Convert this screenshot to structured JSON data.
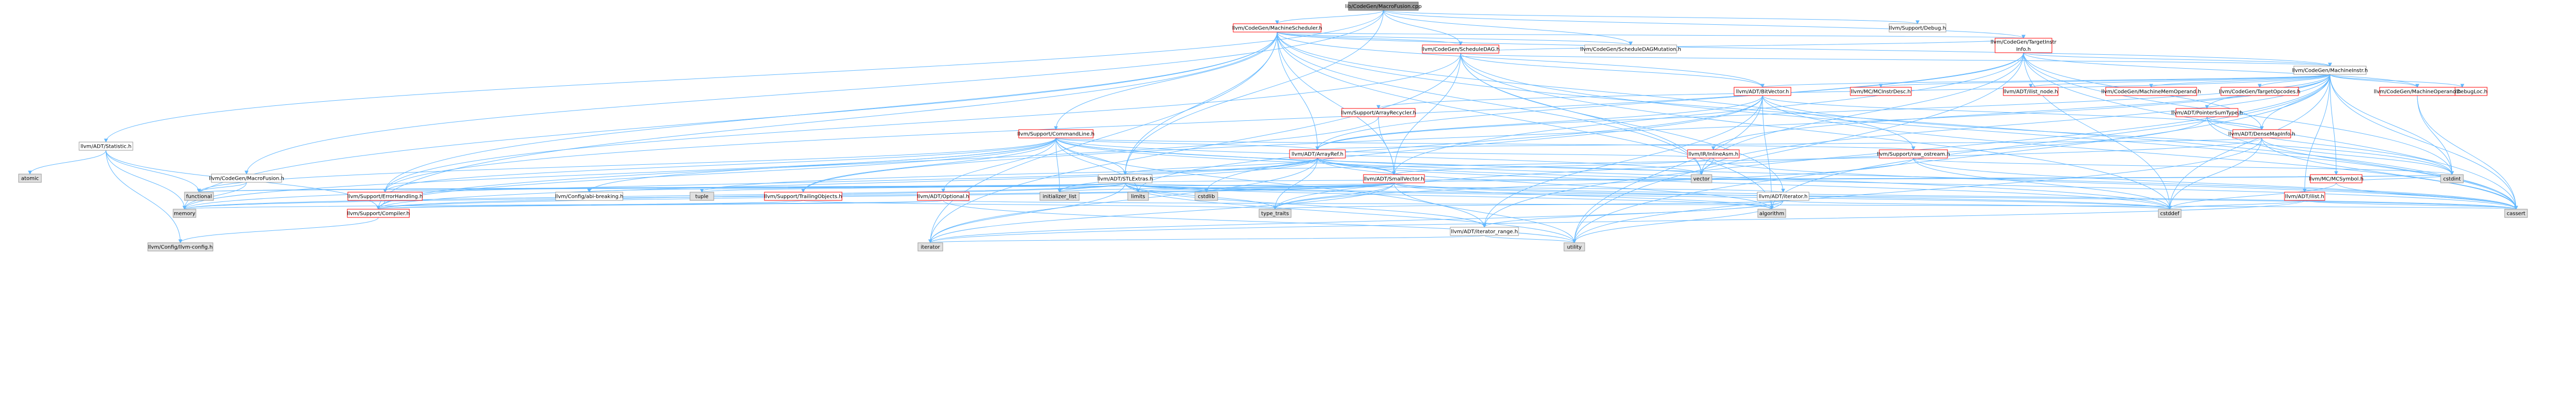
{
  "graph": {
    "title": "",
    "colors": {
      "root_fill": "#999999",
      "red_border": "#ff0000",
      "grey_border": "#999999",
      "grey_fill": "#e0e0e0",
      "node_fill": "#ffffff",
      "edge": "#63b8ff",
      "text": "#000000"
    },
    "nodes": [
      {
        "id": "root",
        "label": "lib/CodeGen/MacroFusion.cpp",
        "style": "root"
      },
      {
        "id": "machsched",
        "label": "llvm/CodeGen/MachineScheduler.h",
        "style": "red"
      },
      {
        "id": "debug",
        "label": "llvm/Support/Debug.h",
        "style": "plain"
      },
      {
        "id": "statistic",
        "label": "llvm/ADT/Statistic.h",
        "style": "plain"
      },
      {
        "id": "cgmacrofusion",
        "label": "llvm/CodeGen/MacroFusion.h",
        "style": "plain"
      },
      {
        "id": "schedmut",
        "label": "llvm/CodeGen/ScheduleDAGMutation.h",
        "style": "plain"
      },
      {
        "id": "scheddag",
        "label": "llvm/CodeGen/ScheduleDAG.h",
        "style": "red"
      },
      {
        "id": "tii",
        "label": "llvm/CodeGen/TargetInstr\nInfo.h",
        "style": "red"
      },
      {
        "id": "machinstr",
        "label": "llvm/CodeGen/MachineInstr.h",
        "style": "plain"
      },
      {
        "id": "bitvector",
        "label": "llvm/ADT/BitVector.h",
        "style": "red"
      },
      {
        "id": "mcinstrdesc",
        "label": "llvm/MC/MCInstrDesc.h",
        "style": "red"
      },
      {
        "id": "ilistnode",
        "label": "llvm/ADT/ilist_node.h",
        "style": "red"
      },
      {
        "id": "machmemop",
        "label": "llvm/CodeGen/MachineMemOperand.h",
        "style": "red"
      },
      {
        "id": "targetopcodes",
        "label": "llvm/CodeGen/TargetOpcodes.h",
        "style": "red"
      },
      {
        "id": "debugloc",
        "label": "llvm/IR/DebugLoc.h",
        "style": "red"
      },
      {
        "id": "ptrsumtype",
        "label": "llvm/ADT/PointerSumType.h",
        "style": "red"
      },
      {
        "id": "machoperand",
        "label": "llvm/CodeGen/MachineOperand.h",
        "style": "red"
      },
      {
        "id": "arrayrecycler",
        "label": "llvm/Support/ArrayRecycler.h",
        "style": "red"
      },
      {
        "id": "commandline",
        "label": "llvm/Support/CommandLine.h",
        "style": "red"
      },
      {
        "id": "densemapinfo",
        "label": "llvm/ADT/DenseMapInfo.h",
        "style": "red"
      },
      {
        "id": "arrayref",
        "label": "llvm/ADT/ArrayRef.h",
        "style": "red"
      },
      {
        "id": "inlineasm",
        "label": "llvm/IR/InlineAsm.h",
        "style": "red"
      },
      {
        "id": "rawostream",
        "label": "llvm/Support/raw_ostream.h",
        "style": "red"
      },
      {
        "id": "stlextras",
        "label": "llvm/ADT/STLExtras.h",
        "style": "plain"
      },
      {
        "id": "smallvector",
        "label": "llvm/ADT/SmallVector.h",
        "style": "red"
      },
      {
        "id": "mcsymbol",
        "label": "llvm/MC/MCSymbol.h",
        "style": "red"
      },
      {
        "id": "errorhandling",
        "label": "llvm/Support/ErrorHandling.h",
        "style": "red"
      },
      {
        "id": "cfgabi",
        "label": "llvm/Config/abi-breaking.h",
        "style": "plain"
      },
      {
        "id": "tuple",
        "label": "tuple",
        "style": "grey"
      },
      {
        "id": "trailingobjects",
        "label": "llvm/Support/TrailingObjects.h",
        "style": "red"
      },
      {
        "id": "optional",
        "label": "llvm/ADT/Optional.h",
        "style": "red"
      },
      {
        "id": "initlist",
        "label": "initializer_list",
        "style": "grey"
      },
      {
        "id": "limits",
        "label": "limits",
        "style": "grey"
      },
      {
        "id": "cstdlib",
        "label": "cstdlib",
        "style": "grey"
      },
      {
        "id": "iteratorh",
        "label": "llvm/ADT/iterator.h",
        "style": "plain"
      },
      {
        "id": "ilisth",
        "label": "llvm/ADT/ilist.h",
        "style": "red"
      },
      {
        "id": "atomic",
        "label": "atomic",
        "style": "grey"
      },
      {
        "id": "functional",
        "label": "functional",
        "style": "grey"
      },
      {
        "id": "memory",
        "label": "memory",
        "style": "grey"
      },
      {
        "id": "compiler",
        "label": "llvm/Support/Compiler.h",
        "style": "red"
      },
      {
        "id": "typetraits",
        "label": "type_traits",
        "style": "grey"
      },
      {
        "id": "iterrange",
        "label": "llvm/ADT/iterator_range.h",
        "style": "plain"
      },
      {
        "id": "algorithm",
        "label": "algorithm",
        "style": "grey"
      },
      {
        "id": "cstddef",
        "label": "cstddef",
        "style": "grey"
      },
      {
        "id": "cassert",
        "label": "cassert",
        "style": "grey"
      },
      {
        "id": "cstdint",
        "label": "cstdint",
        "style": "grey"
      },
      {
        "id": "vector",
        "label": "vector",
        "style": "grey"
      },
      {
        "id": "llvmconfig",
        "label": "llvm/Config/llvm-config.h",
        "style": "grey"
      },
      {
        "id": "iterator",
        "label": "iterator",
        "style": "grey"
      },
      {
        "id": "utility",
        "label": "utility",
        "style": "grey"
      }
    ],
    "edges": [
      [
        "root",
        "machsched"
      ],
      [
        "root",
        "debug"
      ],
      [
        "root",
        "statistic"
      ],
      [
        "root",
        "cgmacrofusion"
      ],
      [
        "root",
        "schedmut"
      ],
      [
        "root",
        "scheddag"
      ],
      [
        "root",
        "tii"
      ],
      [
        "root",
        "stlextras"
      ],
      [
        "machsched",
        "scheddag"
      ],
      [
        "machsched",
        "schedmut"
      ],
      [
        "machsched",
        "machinstr"
      ],
      [
        "machsched",
        "bitvector"
      ],
      [
        "machsched",
        "commandline"
      ],
      [
        "machsched",
        "arrayref"
      ],
      [
        "machsched",
        "stlextras"
      ],
      [
        "machsched",
        "smallvector"
      ],
      [
        "machsched",
        "compiler"
      ],
      [
        "machsched",
        "errorhandling"
      ],
      [
        "machsched",
        "iterator"
      ],
      [
        "machsched",
        "memory"
      ],
      [
        "machsched",
        "cassert"
      ],
      [
        "machsched",
        "algorithm"
      ],
      [
        "machsched",
        "vector"
      ],
      [
        "machsched",
        "rawostream"
      ],
      [
        "machsched",
        "tii"
      ],
      [
        "scheddag",
        "machinstr"
      ],
      [
        "scheddag",
        "bitvector"
      ],
      [
        "scheddag",
        "iteratorh"
      ],
      [
        "scheddag",
        "smallvector"
      ],
      [
        "scheddag",
        "errorhandling"
      ],
      [
        "scheddag",
        "cassert"
      ],
      [
        "scheddag",
        "cstddef"
      ],
      [
        "scheddag",
        "vector"
      ],
      [
        "scheddag",
        "iterator"
      ],
      [
        "scheddag",
        "tii"
      ],
      [
        "tii",
        "machinstr"
      ],
      [
        "tii",
        "machoperand"
      ],
      [
        "tii",
        "arrayref"
      ],
      [
        "tii",
        "densemapinfo"
      ],
      [
        "tii",
        "smallvector"
      ],
      [
        "tii",
        "errorhandling"
      ],
      [
        "tii",
        "cassert"
      ],
      [
        "tii",
        "cstddef"
      ],
      [
        "tii",
        "cstdint"
      ],
      [
        "tii",
        "utility"
      ],
      [
        "tii",
        "vector"
      ],
      [
        "machinstr",
        "bitvector"
      ],
      [
        "machinstr",
        "mcinstrdesc"
      ],
      [
        "machinstr",
        "ilistnode"
      ],
      [
        "machinstr",
        "machmemop"
      ],
      [
        "machinstr",
        "targetopcodes"
      ],
      [
        "machinstr",
        "debugloc"
      ],
      [
        "machinstr",
        "ptrsumtype"
      ],
      [
        "machinstr",
        "machoperand"
      ],
      [
        "machinstr",
        "arrayrecycler"
      ],
      [
        "machinstr",
        "densemapinfo"
      ],
      [
        "machinstr",
        "arrayref"
      ],
      [
        "machinstr",
        "inlineasm"
      ],
      [
        "machinstr",
        "mcsymbol"
      ],
      [
        "machinstr",
        "ilisth"
      ],
      [
        "machinstr",
        "iterrange"
      ],
      [
        "machinstr",
        "trailingobjects"
      ],
      [
        "machinstr",
        "cstdint"
      ],
      [
        "machinstr",
        "cassert"
      ],
      [
        "machinstr",
        "cstddef"
      ],
      [
        "machinstr",
        "utility"
      ],
      [
        "machinstr",
        "algorithm"
      ],
      [
        "machinstr",
        "vector"
      ],
      [
        "bitvector",
        "arrayref"
      ],
      [
        "bitvector",
        "densemapinfo"
      ],
      [
        "bitvector",
        "iterrange"
      ],
      [
        "bitvector",
        "algorithm"
      ],
      [
        "bitvector",
        "cassert"
      ],
      [
        "bitvector",
        "cstdint"
      ],
      [
        "bitvector",
        "cstdlib"
      ],
      [
        "bitvector",
        "utility"
      ],
      [
        "bitvector",
        "limits"
      ],
      [
        "ptrsumtype",
        "densemapinfo"
      ],
      [
        "ptrsumtype",
        "cassert"
      ],
      [
        "ptrsumtype",
        "cstdint"
      ],
      [
        "ptrsumtype",
        "typetraits"
      ],
      [
        "densemapinfo",
        "arrayref"
      ],
      [
        "densemapinfo",
        "cassert"
      ],
      [
        "densemapinfo",
        "cstddef"
      ],
      [
        "densemapinfo",
        "cstdint"
      ],
      [
        "densemapinfo",
        "tuple"
      ],
      [
        "densemapinfo",
        "utility"
      ],
      [
        "machoperand",
        "cassert"
      ],
      [
        "machoperand",
        "cstdint"
      ],
      [
        "arrayrecycler",
        "smallvector"
      ],
      [
        "arrayrecycler",
        "compiler"
      ],
      [
        "commandline",
        "arrayref"
      ],
      [
        "commandline",
        "stlextras"
      ],
      [
        "commandline",
        "smallvector"
      ],
      [
        "commandline",
        "errorhandling"
      ],
      [
        "commandline",
        "rawostream"
      ],
      [
        "commandline",
        "optional"
      ],
      [
        "commandline",
        "iterrange"
      ],
      [
        "commandline",
        "cassert"
      ],
      [
        "commandline",
        "climits"
      ],
      [
        "commandline",
        "cstddef"
      ],
      [
        "commandline",
        "functional"
      ],
      [
        "commandline",
        "initlist"
      ],
      [
        "commandline",
        "limits"
      ],
      [
        "commandline",
        "vector"
      ],
      [
        "commandline",
        "compiler"
      ],
      [
        "commandline",
        "memory"
      ],
      [
        "commandline",
        "trailingobjects"
      ],
      [
        "commandline",
        "cfgabi"
      ],
      [
        "arrayref",
        "stlextras"
      ],
      [
        "arrayref",
        "smallvector"
      ],
      [
        "arrayref",
        "compiler"
      ],
      [
        "arrayref",
        "algorithm"
      ],
      [
        "arrayref",
        "array"
      ],
      [
        "arrayref",
        "cassert"
      ],
      [
        "arrayref",
        "cstddef"
      ],
      [
        "arrayref",
        "initlist"
      ],
      [
        "arrayref",
        "iterator"
      ],
      [
        "arrayref",
        "memory"
      ],
      [
        "arrayref",
        "typetraits"
      ],
      [
        "arrayref",
        "vector"
      ],
      [
        "inlineasm",
        "arrayref"
      ],
      [
        "inlineasm",
        "smallvector"
      ],
      [
        "inlineasm",
        "cassert"
      ],
      [
        "inlineasm",
        "vector"
      ],
      [
        "rawostream",
        "cstddef"
      ],
      [
        "rawostream",
        "cassert"
      ],
      [
        "rawostream",
        "cstdint"
      ],
      [
        "rawostream",
        "typetraits"
      ],
      [
        "stlextras",
        "iteratorh"
      ],
      [
        "stlextras",
        "iterrange"
      ],
      [
        "stlextras",
        "errorhandling"
      ],
      [
        "stlextras",
        "cfgabi"
      ],
      [
        "stlextras",
        "algorithm"
      ],
      [
        "stlextras",
        "cassert"
      ],
      [
        "stlextras",
        "cstddef"
      ],
      [
        "stlextras",
        "cstdint"
      ],
      [
        "stlextras",
        "cstdlib"
      ],
      [
        "stlextras",
        "functional"
      ],
      [
        "stlextras",
        "initlist"
      ],
      [
        "stlextras",
        "iterator"
      ],
      [
        "stlextras",
        "limits"
      ],
      [
        "stlextras",
        "memory"
      ],
      [
        "stlextras",
        "tuple"
      ],
      [
        "stlextras",
        "typetraits"
      ],
      [
        "stlextras",
        "utility"
      ],
      [
        "stlextras",
        "compiler"
      ],
      [
        "smallvector",
        "compiler"
      ],
      [
        "smallvector",
        "algorithm"
      ],
      [
        "smallvector",
        "cassert"
      ],
      [
        "smallvector",
        "cstddef"
      ],
      [
        "smallvector",
        "cstdlib"
      ],
      [
        "smallvector",
        "cstdint"
      ],
      [
        "smallvector",
        "functional"
      ],
      [
        "smallvector",
        "initlist"
      ],
      [
        "smallvector",
        "iterator"
      ],
      [
        "smallvector",
        "limits"
      ],
      [
        "smallvector",
        "memory"
      ],
      [
        "smallvector",
        "typetraits"
      ],
      [
        "smallvector",
        "utility"
      ],
      [
        "mcsymbol",
        "cassert"
      ],
      [
        "mcsymbol",
        "cstddef"
      ],
      [
        "mcsymbol",
        "cstdint"
      ],
      [
        "errorhandling",
        "compiler"
      ],
      [
        "trailingobjects",
        "compiler"
      ],
      [
        "trailingobjects",
        "typetraits"
      ],
      [
        "optional",
        "compiler"
      ],
      [
        "optional",
        "cassert"
      ],
      [
        "optional",
        "memory"
      ],
      [
        "optional",
        "utility"
      ],
      [
        "iteratorh",
        "iterrange"
      ],
      [
        "iteratorh",
        "cstddef"
      ],
      [
        "iteratorh",
        "iterator"
      ],
      [
        "iteratorh",
        "typetraits"
      ],
      [
        "iteratorh",
        "utility"
      ],
      [
        "ilisth",
        "cassert"
      ],
      [
        "ilisth",
        "cstddef"
      ],
      [
        "ilisth",
        "iterator"
      ],
      [
        "iterrange",
        "iterator"
      ],
      [
        "iterrange",
        "utility"
      ],
      [
        "statistic",
        "compiler"
      ],
      [
        "statistic",
        "atomic"
      ],
      [
        "statistic",
        "memory"
      ],
      [
        "statistic",
        "llvmconfig"
      ],
      [
        "statistic",
        "functional"
      ],
      [
        "cgmacrofusion",
        "functional"
      ],
      [
        "cgmacrofusion",
        "memory"
      ],
      [
        "compiler",
        "llvmconfig"
      ]
    ]
  }
}
